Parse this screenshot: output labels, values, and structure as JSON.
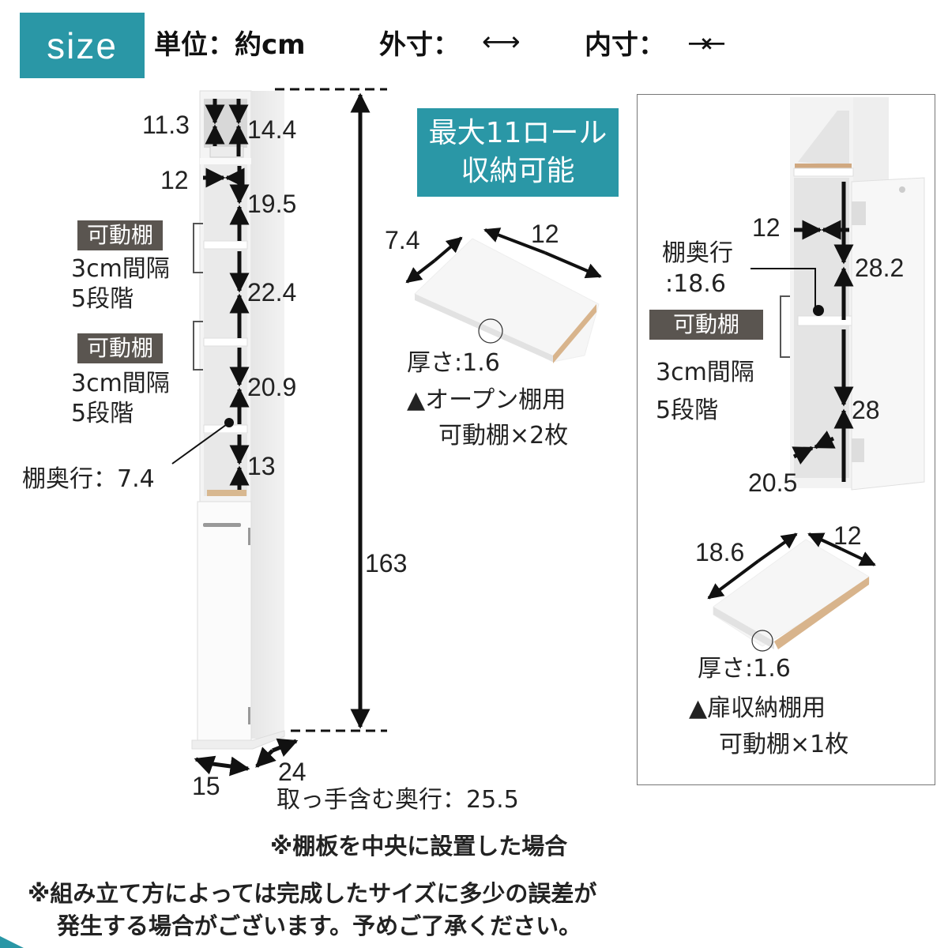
{
  "header": {
    "badge": "size",
    "unit_label": "単位：約cm",
    "outer_label": "外寸：",
    "outer_symbol": "⟷",
    "inner_label": "内寸：",
    "inner_symbol": "→←"
  },
  "colors": {
    "accent_teal": "#2a97a6",
    "tag_bg": "#5a5550",
    "arrow": "#111111"
  },
  "left_unit": {
    "dims": {
      "top_inner": "11.3",
      "top_outer": "14.4",
      "width_inner": "12",
      "shelf1": "19.5",
      "shelf2": "22.4",
      "shelf3": "20.9",
      "bottom_open": "13",
      "height_total": "163",
      "width_front": "15",
      "depth": "24"
    },
    "movable_shelf_tags": [
      {
        "tag": "可動棚",
        "line1": "3cm間隔",
        "line2": "5段階"
      },
      {
        "tag": "可動棚",
        "line1": "3cm間隔",
        "line2": "5段階"
      }
    ],
    "shelf_depth": "棚奥行：7.4",
    "depth_with_handle": "取っ手含む奥行：25.5",
    "center_note": "※棚板を中央に設置した場合"
  },
  "center": {
    "capacity_line1": "最大11ロール",
    "capacity_line2": "収納可能",
    "shelf_board": {
      "depth": "7.4",
      "width": "12",
      "thickness": "厚さ:1.6",
      "use_line1": "▲オープン棚用",
      "use_line2": "可動棚×2枚"
    }
  },
  "right_panel": {
    "width_inner": "12",
    "shelf_depth_label": "棚奥行",
    "shelf_depth_value": ":18.6",
    "tag": "可動棚",
    "tag_line1": "3cm間隔",
    "tag_line2": "5段階",
    "upper_height": "28.2",
    "lower_height": "28",
    "bottom_depth": "20.5",
    "shelf_board": {
      "depth": "18.6",
      "width": "12",
      "thickness": "厚さ:1.6",
      "use_line1": "▲扉収納棚用",
      "use_line2": "可動棚×1枚"
    }
  },
  "footer": {
    "note_line1": "※組み立て方によっては完成したサイズに多少の誤差が",
    "note_line2": "発生する場合がございます。予めご了承ください。"
  }
}
